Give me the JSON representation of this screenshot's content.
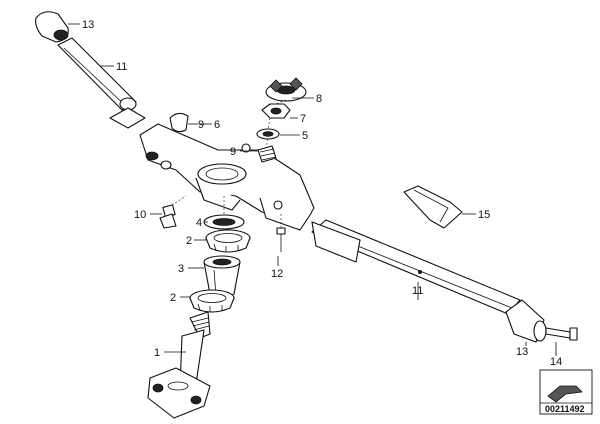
{
  "callouts": {
    "p1": "1",
    "p2_top": "2",
    "p2_bottom": "2",
    "p3": "3",
    "p4": "4",
    "p5": "5",
    "p6": "6",
    "p7": "7",
    "p8": "8",
    "p9_left": "9",
    "p9_right": "9",
    "p10": "10",
    "p11_left": "11",
    "p11_right": "11",
    "p12": "12",
    "p13_top": "13",
    "p13_right": "13",
    "p14": "14",
    "p15": "15"
  },
  "reference_number": "00211492"
}
